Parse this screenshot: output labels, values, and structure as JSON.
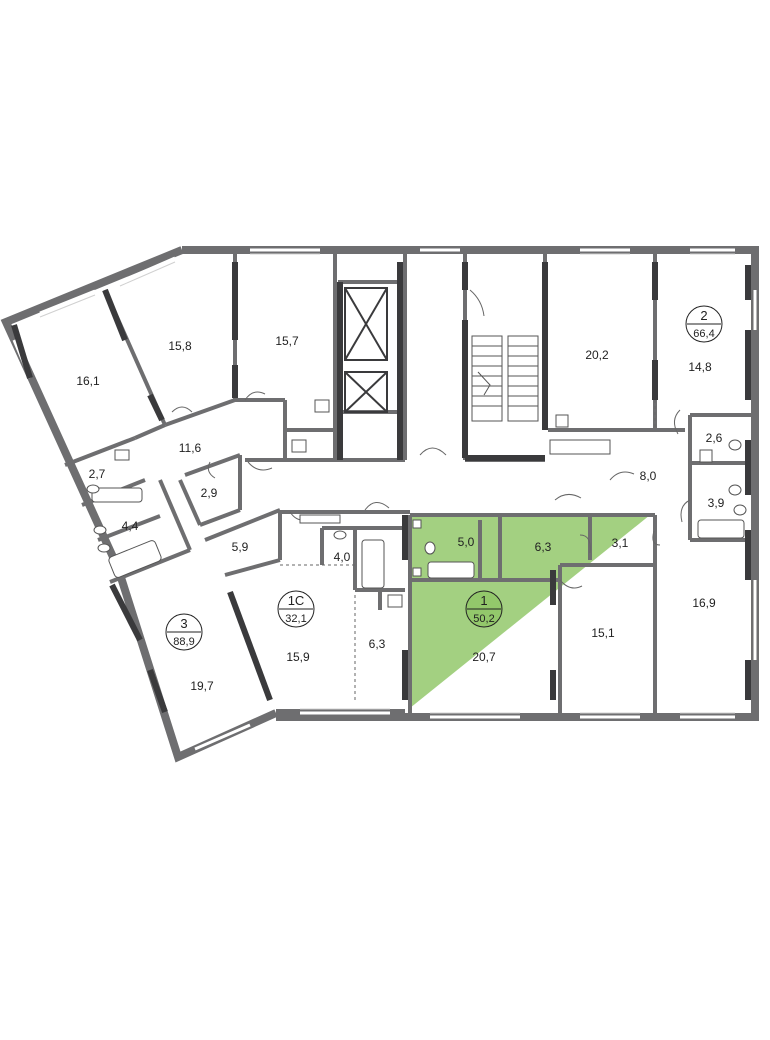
{
  "colors": {
    "wall": "#6e6e70",
    "wall_dark": "#3a3a3c",
    "highlight": "#93c86b",
    "highlight_text": "#2f5a14",
    "window": "#d9d9d9"
  },
  "apartments": [
    {
      "number": "3",
      "area": "88,9"
    },
    {
      "number": "1С",
      "area": "32,1"
    },
    {
      "number": "1",
      "area": "50,2",
      "highlighted": true
    },
    {
      "number": "2",
      "area": "66,4"
    }
  ],
  "rooms": [
    "16,1",
    "15,8",
    "15,7",
    "11,6",
    "2,7",
    "2,9",
    "4,4",
    "19,7",
    "5,9",
    "4,0",
    "15,9",
    "6,3",
    "5,0",
    "6,3",
    "3,1",
    "20,7",
    "20,2",
    "14,8",
    "2,6",
    "8,0",
    "3,9",
    "15,1",
    "16,9"
  ]
}
